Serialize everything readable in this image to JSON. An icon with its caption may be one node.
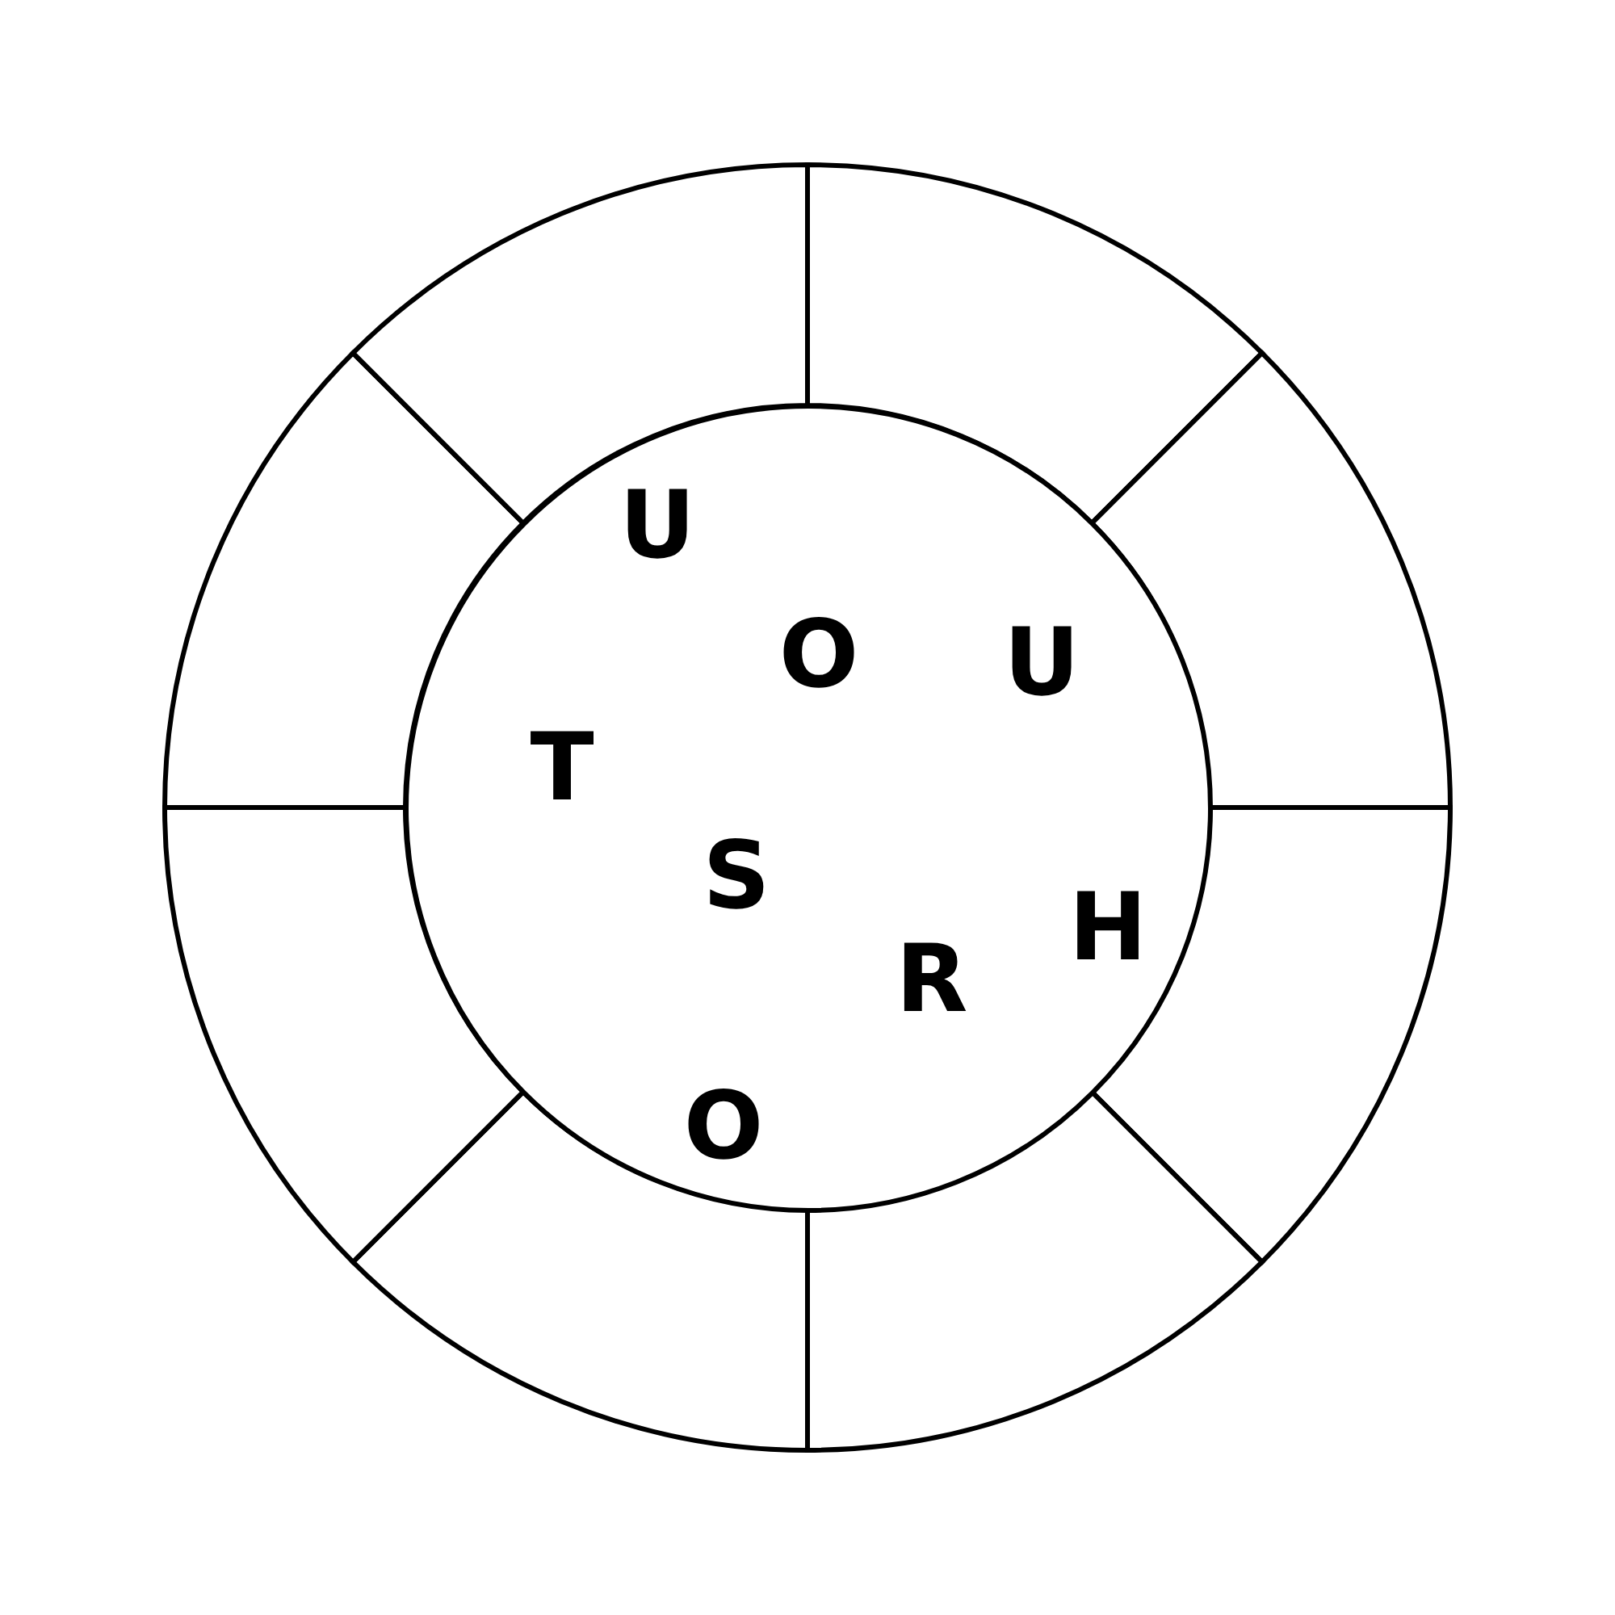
{
  "diagram": {
    "nodes": [
      {
        "text": [],
        "shape": "sector"
      },
      {
        "text": [],
        "shape": "sector"
      },
      {
        "text": [],
        "shape": "sector"
      },
      {
        "text": [],
        "shape": "sector"
      },
      {
        "text": [],
        "shape": "sector"
      },
      {
        "text": [],
        "shape": "sector"
      },
      {
        "text": [],
        "shape": "sector"
      },
      {
        "text": [],
        "shape": "sector"
      },
      {
        "text": [
          "U",
          "O",
          "U",
          "T",
          "S",
          "H",
          "R",
          "O"
        ]
      }
    ]
  }
}
